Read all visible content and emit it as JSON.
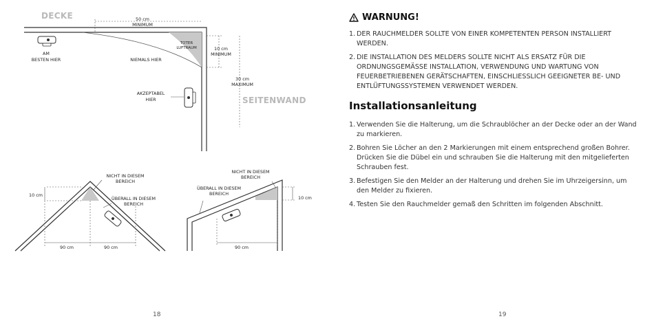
{
  "left": {
    "top_diagram": {
      "ceiling_label": "DECKE",
      "wall_label": "SEITENWAND",
      "dim_50": "50 cm",
      "dim_50_sub": "MINIMUM",
      "dead_air_1": "TOTER",
      "dead_air_2": "LUFTRAUM",
      "dim_10": "10 cm",
      "dim_10_sub": "MINIMUM",
      "dim_30": "30 cm",
      "dim_30_sub": "MAXIMUM",
      "best_1": "AM",
      "best_2": "BESTEN HIER",
      "never": "NIEMALS HIER",
      "acceptable_1": "AKZEPTABEL",
      "acceptable_2": "HIER"
    },
    "roof_diagram": {
      "not_area_1": "NICHT IN DIESEM",
      "not_area_2": "BEREICH",
      "anywhere_1": "ÜBERALL IN DIESEM",
      "anywhere_2": "BEREICH",
      "dim_10": "10 cm",
      "dim_90_left": "90 cm",
      "dim_90_right": "90 cm"
    },
    "slope_diagram": {
      "not_area_1": "NICHT IN DIESEM",
      "not_area_2": "BEREICH",
      "anywhere_1": "ÜBERALL IN DIESEM",
      "anywhere_2": "BEREICH",
      "dim_10": "10 cm",
      "dim_90": "90 cm"
    },
    "page_number": "18"
  },
  "right": {
    "warning_title": "WARNUNG!",
    "warnings": [
      {
        "num": "1.",
        "text": "DER RAUCHMELDER SOLLTE VON EINER KOMPETENTEN PERSON INSTALLIERT WERDEN."
      },
      {
        "num": "2.",
        "text": "DIE INSTALLATION DES MELDERS SOLLTE NICHT ALS ERSATZ FÜR DIE ORDNUNGSGEMÄSSE INSTALLATION, VERWENDUNG UND WARTUNG VON FEUERBETRIEBENEN GERÄTSCHAFTEN, EINSCHLIESSLICH GEEIGNETER BE- UND ENTLÜFTUNGSSYSTEMEN VERWENDET WERDEN."
      }
    ],
    "section_title": "Installationsanleitung",
    "steps": [
      {
        "num": "1.",
        "text": "Verwenden Sie die Halterung, um die Schraublöcher an der Decke oder an der Wand zu markieren."
      },
      {
        "num": "2.",
        "text": "Bohren Sie Löcher an den 2 Markierungen mit einem entsprechend großen Bohrer. Drücken Sie die Dübel ein und schrauben Sie die Halterung mit den mitgelieferten Schrauben fest."
      },
      {
        "num": "3.",
        "text": "Befestigen Sie den Melder an der Halterung und drehen Sie im Uhrzeigersinn, um den Melder zu fixieren."
      },
      {
        "num": "4.",
        "text": "Testen Sie den Rauchmelder gemaß den Schritten im folgenden Abschnitt."
      }
    ],
    "page_number": "19"
  }
}
